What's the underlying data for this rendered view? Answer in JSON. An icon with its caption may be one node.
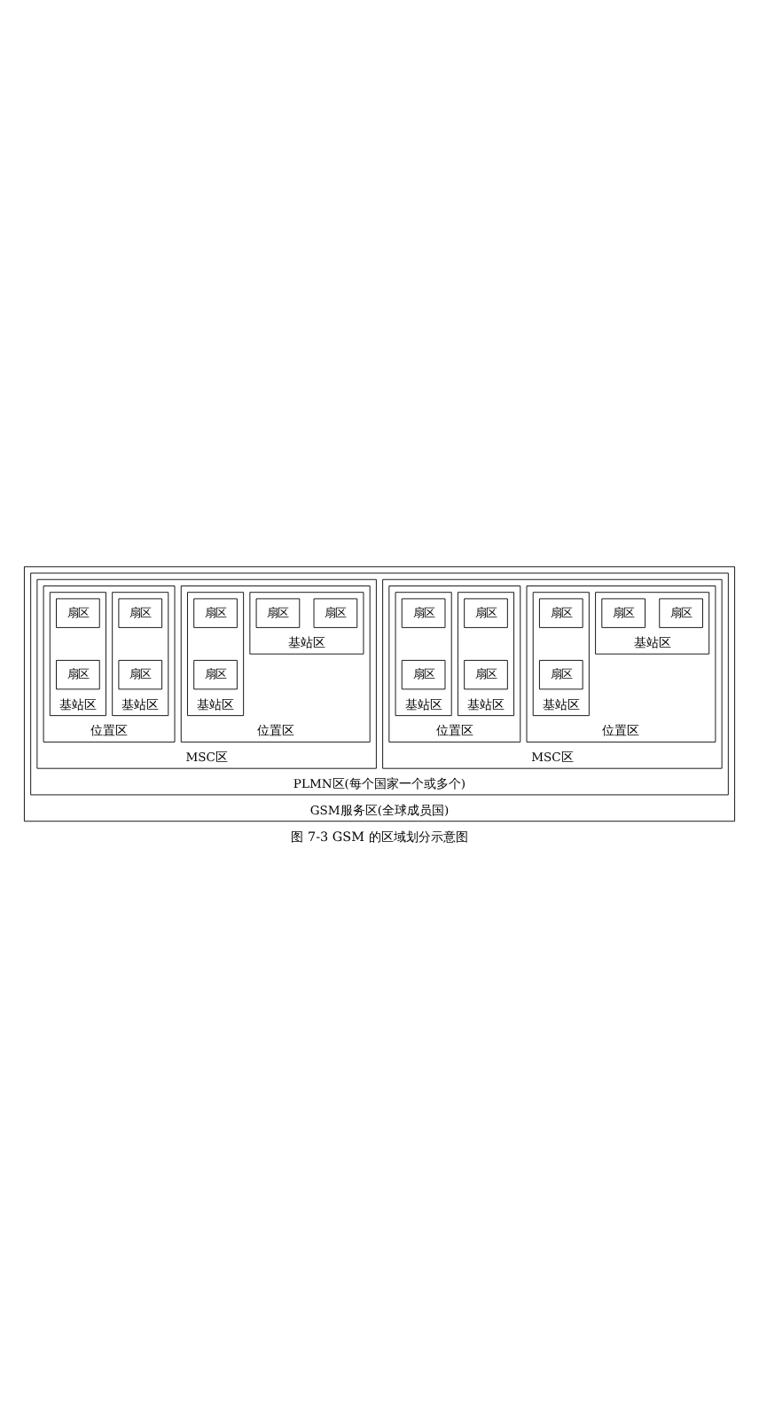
{
  "diagram": {
    "caption": "图 7-3 GSM 的区域划分示意图",
    "nodes": [
      {
        "text": [
          "GSM服务区(全球成员国)"
        ]
      },
      {
        "text": [
          "PLMN区(每个国家一个或多个)"
        ],
        "in": 0
      },
      {
        "text": [
          "MSC区"
        ],
        "in": 1
      },
      {
        "text": [
          "位置区"
        ],
        "in": 2
      },
      {
        "text": [
          "基站区"
        ],
        "in": 3
      },
      {
        "text": [
          "扇区"
        ],
        "in": 4
      },
      {
        "text": [
          "扇区"
        ],
        "in": 4
      },
      {
        "text": [
          "基站区"
        ],
        "in": 3
      },
      {
        "text": [
          "扇区"
        ],
        "in": 7
      },
      {
        "text": [
          "扇区"
        ],
        "in": 7
      },
      {
        "text": [
          "位置区"
        ],
        "in": 2
      },
      {
        "text": [
          "基站区"
        ],
        "in": 10
      },
      {
        "text": [
          "扇区"
        ],
        "in": 11
      },
      {
        "text": [
          "扇区"
        ],
        "in": 11
      },
      {
        "text": [
          "基站区"
        ],
        "in": 10
      },
      {
        "text": [
          "扇区"
        ],
        "in": 14
      },
      {
        "text": [
          "扇区"
        ],
        "in": 14
      },
      {
        "text": [
          "MSC区"
        ],
        "in": 1
      },
      {
        "text": [
          "位置区"
        ],
        "in": 17
      },
      {
        "text": [
          "基站区"
        ],
        "in": 18
      },
      {
        "text": [
          "扇区"
        ],
        "in": 19
      },
      {
        "text": [
          "扇区"
        ],
        "in": 19
      },
      {
        "text": [
          "基站区"
        ],
        "in": 18
      },
      {
        "text": [
          "扇区"
        ],
        "in": 22
      },
      {
        "text": [
          "扇区"
        ],
        "in": 22
      },
      {
        "text": [
          "位置区"
        ],
        "in": 17
      },
      {
        "text": [
          "基站区"
        ],
        "in": 25
      },
      {
        "text": [
          "扇区"
        ],
        "in": 26
      },
      {
        "text": [
          "扇区"
        ],
        "in": 26
      },
      {
        "text": [
          "基站区"
        ],
        "in": 25
      },
      {
        "text": [
          "扇区"
        ],
        "in": 29
      },
      {
        "text": [
          "扇区"
        ],
        "in": 29
      }
    ]
  }
}
